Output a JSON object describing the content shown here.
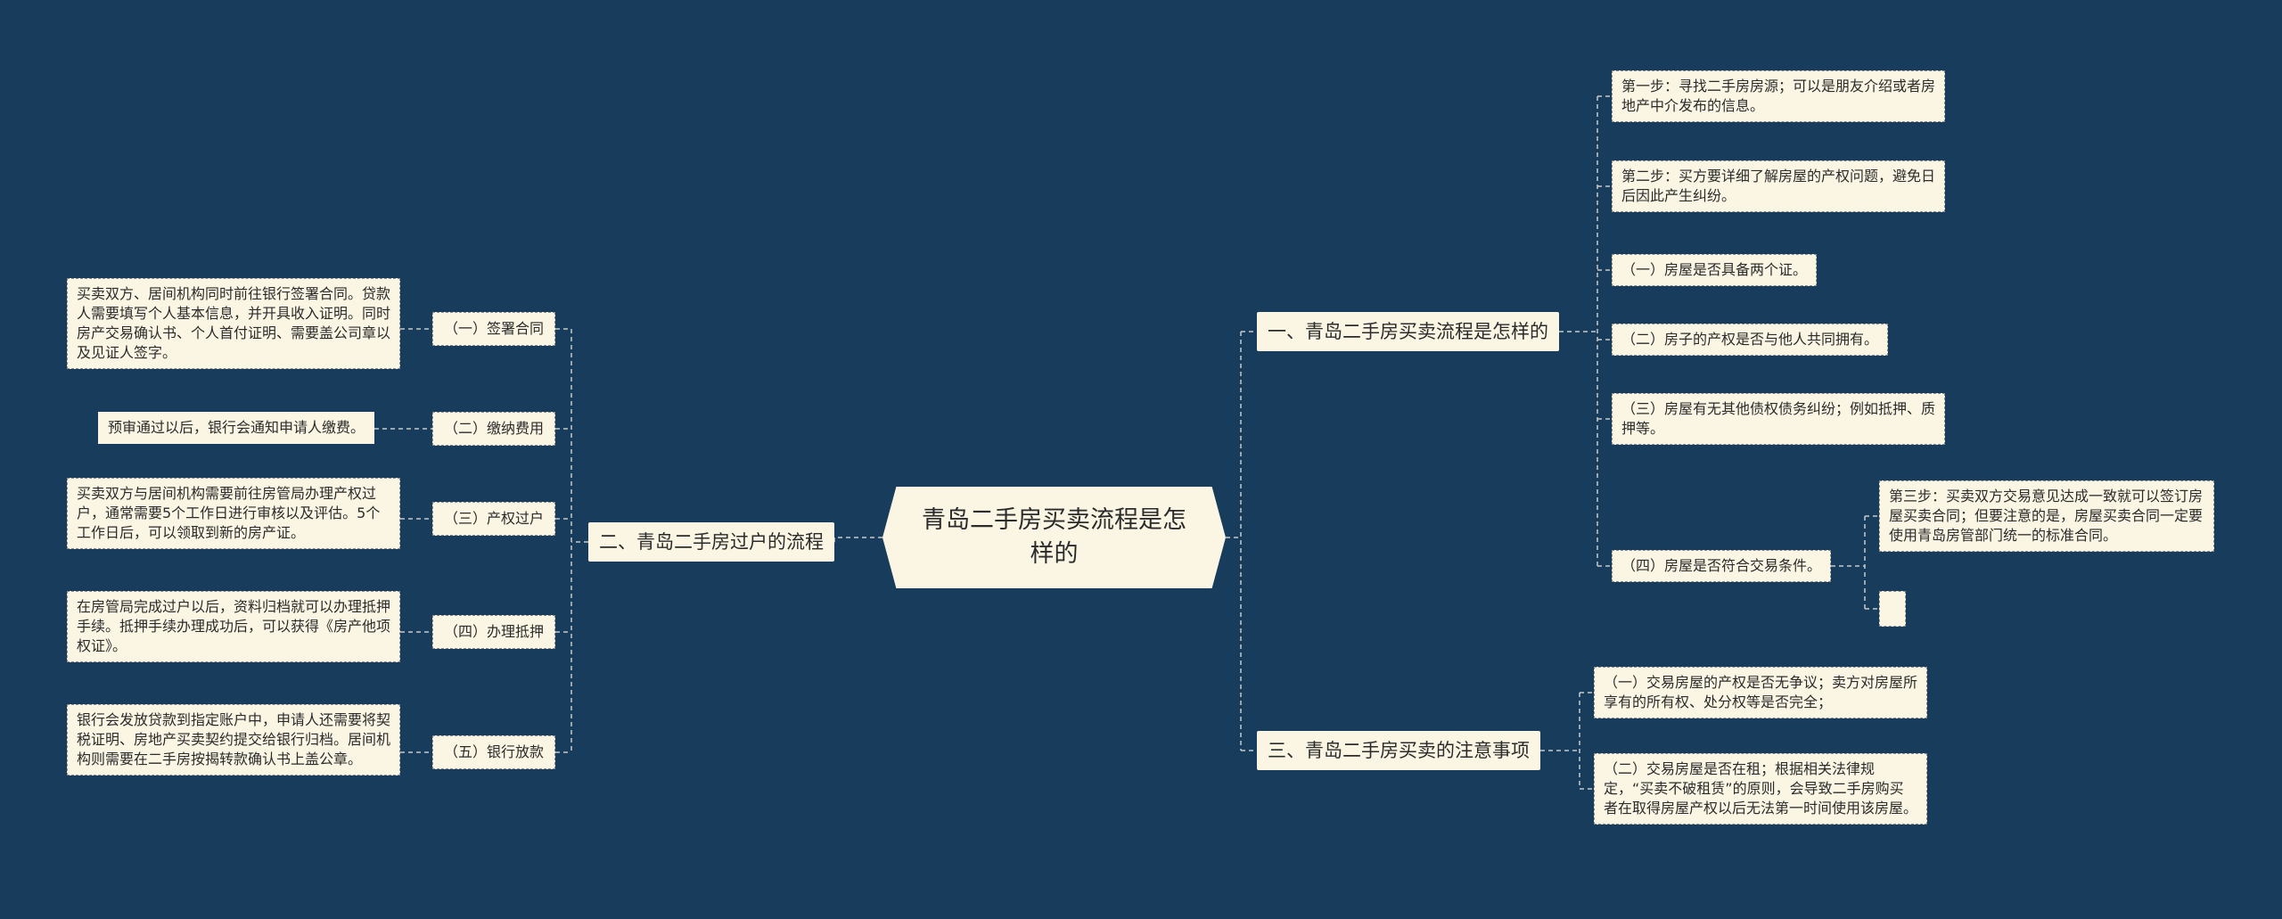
{
  "root": {
    "title": "青岛二手房买卖流程是怎样的"
  },
  "right": [
    {
      "label": "一、青岛二手房买卖流程是怎样的",
      "children": [
        "第一步：寻找二手房房源；可以是朋友介绍或者房地产中介发布的信息。",
        "第二步：买方要详细了解房屋的产权问题，避免日后因此产生纠纷。",
        "（一）房屋是否具备两个证。",
        "（二）房子的产权是否与他人共同拥有。",
        "（三）房屋有无其他债权债务纠纷；例如抵押、质押等。",
        "（四）房屋是否符合交易条件。"
      ],
      "sub": [
        "第三步：买卖双方交易意见达成一致就可以签订房屋买卖合同；但要注意的是，房屋买卖合同一定要使用青岛房管部门统一的标准合同。",
        ""
      ]
    },
    {
      "label": "三、青岛二手房买卖的注意事项",
      "children": [
        "（一）交易房屋的产权是否无争议；卖方对房屋所享有的所有权、处分权等是否完全；",
        "（二）交易房屋是否在租；根据相关法律规定，“买卖不破租赁”的原则，会导致二手房购买者在取得房屋产权以后无法第一时间使用该房屋。"
      ]
    }
  ],
  "left": {
    "label": "二、青岛二手房过户的流程",
    "steps": [
      {
        "label": "（一）签署合同",
        "detail": "买卖双方、居间机构同时前往银行签署合同。贷款人需要填写个人基本信息，并开具收入证明。同时房产交易确认书、个人首付证明、需要盖公司章以及见证人签字。"
      },
      {
        "label": "（二）缴纳费用",
        "detail": "预审通过以后，银行会通知申请人缴费。"
      },
      {
        "label": "（三）产权过户",
        "detail": "买卖双方与居间机构需要前往房管局办理产权过户，通常需要5个工作日进行审核以及评估。5个工作日后，可以领取到新的房产证。"
      },
      {
        "label": "（四）办理抵押",
        "detail": "在房管局完成过户以后，资料归档就可以办理抵押手续。抵押手续办理成功后，可以获得《房产他项权证》。"
      },
      {
        "label": "（五）银行放款",
        "detail": "银行会发放贷款到指定账户中，申请人还需要将契税证明、房地产买卖契约提交给银行归档。居间机构则需要在二手房按揭转款确认书上盖公章。"
      }
    ]
  },
  "colors": {
    "background": "#173c5c",
    "node": "#fbf6e3",
    "line": "#c9c9c9"
  }
}
